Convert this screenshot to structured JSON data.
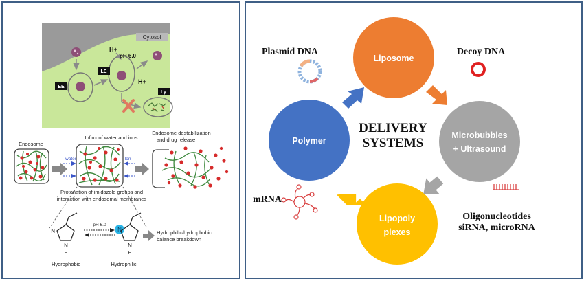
{
  "left": {
    "top_figure": {
      "cytosol": "Cytosol",
      "hplus_1": "H+",
      "ph": "pH 6.0",
      "hplus_2": "H+",
      "ee": "EE",
      "le": "LE",
      "ly": "Ly"
    },
    "bottom_figure": {
      "endosome": "Endosome",
      "influx": "Influx of water and ions",
      "destab_1": "Endosome destabilization",
      "destab_2": "and drug release",
      "water": "water",
      "ion": "Ion",
      "protonation_1": "Protonation of imidazole groups and",
      "protonation_2": "interaction with endosomal membranes",
      "ph_label": "pH 6.0",
      "hydrophobic": "Hydrophobic",
      "hydrophilic": "Hydrophilic",
      "breakdown_1": "Hydrophilic/hydrophobic",
      "breakdown_2": "balance breakdown",
      "n_atom": "N",
      "h_atom": "H"
    }
  },
  "right": {
    "center_1": "DELIVERY",
    "center_2": "SYSTEMS",
    "liposome": "Liposome",
    "microbubbles_1": "Microbubbles",
    "microbubbles_2": "+ Ultrasound",
    "lipopoly_1": "Lipopoly",
    "lipopoly_2": "plexes",
    "polymer": "Polymer",
    "plasmid_dna": "Plasmid DNA",
    "decoy_dna": "Decoy DNA",
    "mrna": "mRNA",
    "oligo_1": "Oligonucleotides",
    "oligo_2": "siRNA, microRNA"
  },
  "colors": {
    "liposome": "#ed7d31",
    "microbubbles": "#a5a5a5",
    "lipopolyplexes": "#ffc000",
    "polymer": "#4472c4",
    "cytosol_bg": "#c9e79a",
    "panel_border": "#3f5f86"
  }
}
